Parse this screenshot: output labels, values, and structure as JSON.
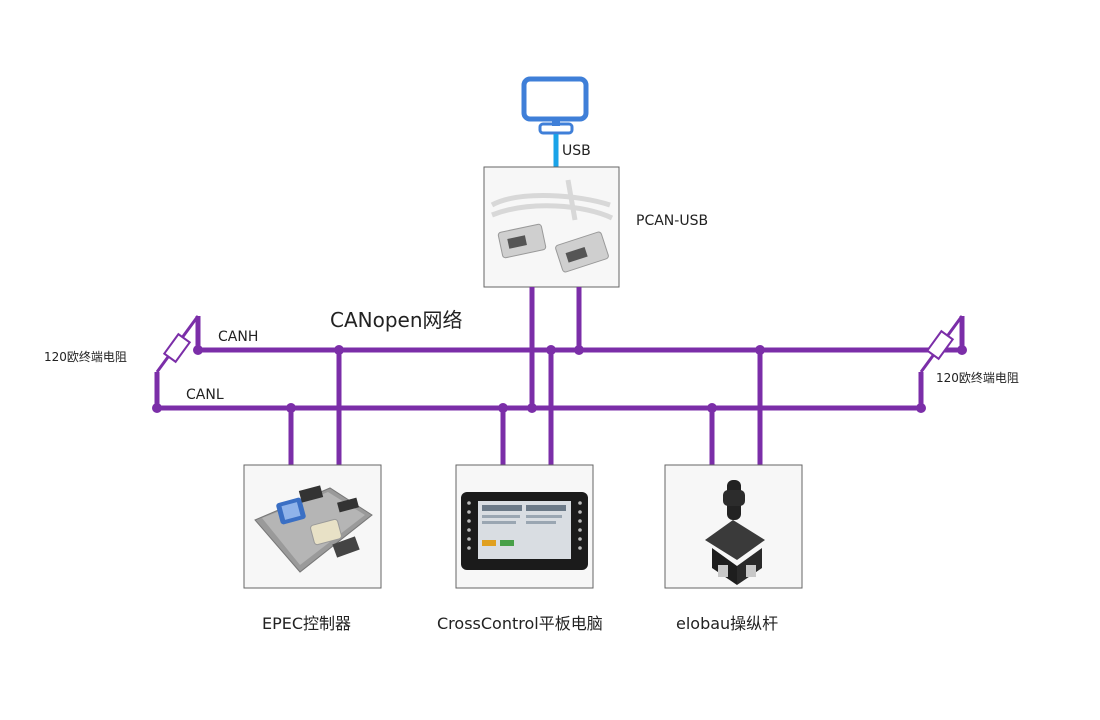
{
  "computer": {
    "label": ""
  },
  "usb_label": "USB",
  "adapter": {
    "label": "PCAN-USB"
  },
  "network_title": "CANopen网络",
  "lines": {
    "canh": "CANH",
    "canl": "CANL"
  },
  "terminators": {
    "left": "120欧终端电阻",
    "right": "120欧终端电阻"
  },
  "devices": [
    {
      "label": "EPEC控制器"
    },
    {
      "label": "CrossControl平板电脑"
    },
    {
      "label": "elobau操纵杆"
    }
  ],
  "colors": {
    "bus": "#7b2ea8",
    "usb": "#1aa3e8",
    "monitor": "#3f7fd8"
  }
}
